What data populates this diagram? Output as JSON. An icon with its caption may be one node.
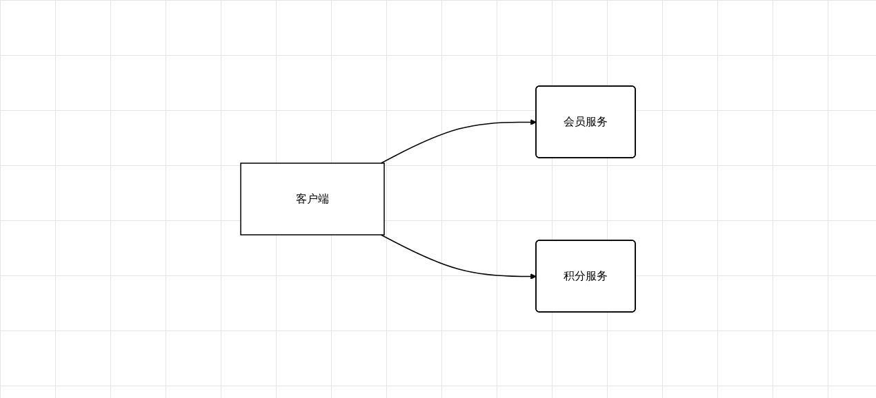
{
  "diagram": {
    "nodes": [
      {
        "text": [
          "客户端"
        ]
      },
      {
        "text": [
          "会员服务"
        ]
      },
      {
        "text": [
          "积分服务"
        ]
      }
    ],
    "edges": [
      {
        "from": 0,
        "to": 1,
        "arrow": "to"
      },
      {
        "from": 0,
        "to": 2,
        "arrow": "to"
      }
    ]
  }
}
